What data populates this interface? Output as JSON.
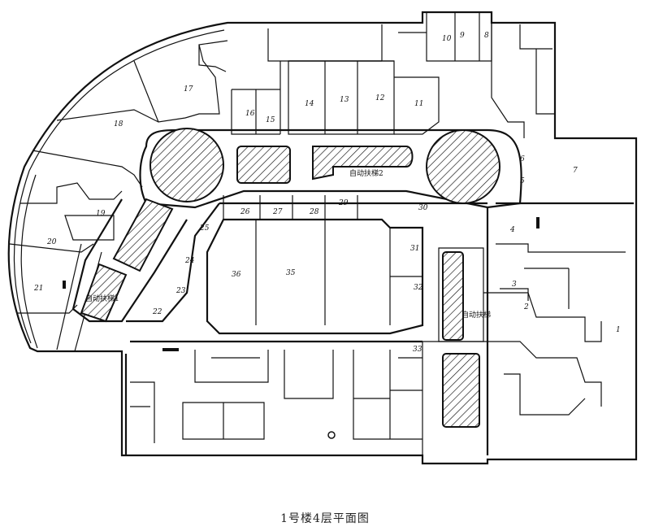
{
  "plan": {
    "title": "1号楼4层平面图",
    "escalators": [
      "自动扶梯2",
      "自动扶梯1",
      "自动扶梯"
    ],
    "units": [
      {
        "num": "1"
      },
      {
        "num": "2"
      },
      {
        "num": "3"
      },
      {
        "num": "4"
      },
      {
        "num": "5"
      },
      {
        "num": "6"
      },
      {
        "num": "7"
      },
      {
        "num": "8"
      },
      {
        "num": "9"
      },
      {
        "num": "10"
      },
      {
        "num": "11"
      },
      {
        "num": "12"
      },
      {
        "num": "13"
      },
      {
        "num": "14"
      },
      {
        "num": "15"
      },
      {
        "num": "16"
      },
      {
        "num": "17"
      },
      {
        "num": "18"
      },
      {
        "num": "19"
      },
      {
        "num": "20"
      },
      {
        "num": "21"
      },
      {
        "num": "22"
      },
      {
        "num": "23"
      },
      {
        "num": "24"
      },
      {
        "num": "25"
      },
      {
        "num": "26"
      },
      {
        "num": "27"
      },
      {
        "num": "28"
      },
      {
        "num": "29"
      },
      {
        "num": "30"
      },
      {
        "num": "31"
      },
      {
        "num": "32"
      },
      {
        "num": "33"
      },
      {
        "num": "35"
      },
      {
        "num": "36"
      }
    ]
  }
}
